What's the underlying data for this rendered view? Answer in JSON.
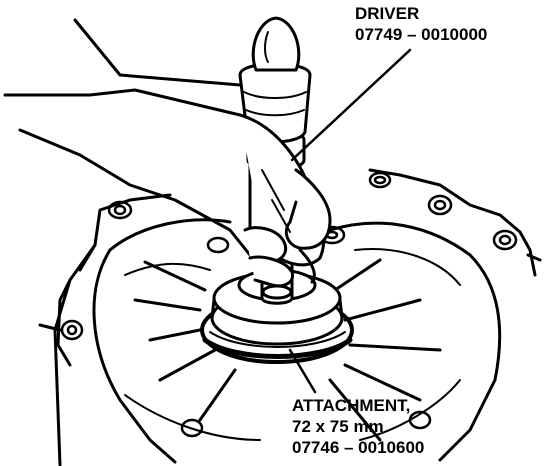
{
  "colors": {
    "ink": "#000000",
    "paper": "#ffffff"
  },
  "callouts": {
    "driver": {
      "name": "DRIVER",
      "part_number": "07749 – 0010000"
    },
    "attachment": {
      "name": "ATTACHMENT,",
      "size": "72 x 75 mm",
      "part_number": "07746 – 0010600"
    }
  }
}
